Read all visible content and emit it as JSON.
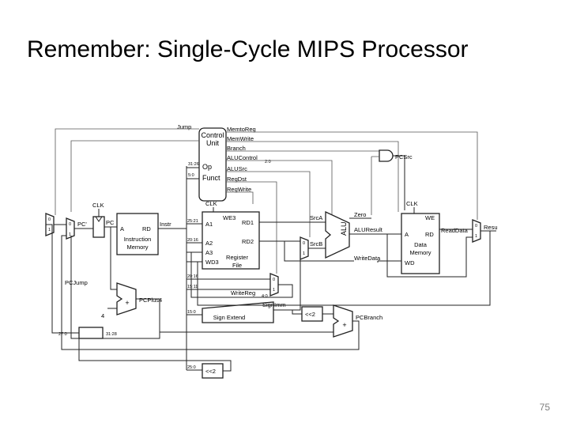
{
  "slide": {
    "title": "Remember: Single-Cycle MIPS Processor",
    "page_number": "75"
  },
  "diagram": {
    "signals": {
      "jump": "Jump",
      "memtoreg": "MemtoReg",
      "memwrite": "MemWrite",
      "branch": "Branch",
      "alucontrol": "ALUControl",
      "alucontrol_width": "2:0",
      "alusrc": "ALUSrc",
      "regdst": "RegDst",
      "regwrite": "RegWrite",
      "pcsrc": "PCSrc",
      "clk": "CLK",
      "pcprime": "PC'",
      "pc": "PC",
      "instr": "Instr",
      "srca": "SrcA",
      "srcb": "SrcB",
      "zero": "Zero",
      "aluresult": "ALUResult",
      "readdata": "ReadData",
      "result": "Result",
      "writedata": "WriteData",
      "writereg": "WriteReg",
      "writereg_width": "4:0",
      "signimm": "SignImm",
      "pcplus4": "PCPlus4",
      "pcbranch": "PCBranch",
      "pcjump": "PCJump",
      "four": "4"
    },
    "control_unit": {
      "line1": "Control",
      "line2": "Unit",
      "op": "Op",
      "funct": "Funct"
    },
    "instruction_memory": {
      "a": "A",
      "rd": "RD",
      "line1": "Instruction",
      "line2": "Memory"
    },
    "register_file": {
      "we3": "WE3",
      "a1": "A1",
      "a2": "A2",
      "a3": "A3",
      "wd3": "WD3",
      "rd1": "RD1",
      "rd2": "RD2",
      "line1": "Register",
      "line2": "File"
    },
    "alu": {
      "label": "ALU"
    },
    "data_memory": {
      "we": "WE",
      "a": "A",
      "rd": "RD",
      "wd": "WD",
      "line1": "Data",
      "line2": "Memory"
    },
    "sign_extend": {
      "label": "Sign Extend"
    },
    "shift_left": "<<2",
    "mux": {
      "zero": "0",
      "one": "1"
    },
    "bits": {
      "op": "31:26",
      "funct": "5:0",
      "rs": "25:21",
      "rt": "20:16",
      "rt2": "20:16",
      "rd": "15:11",
      "imm": "15:0",
      "jaddr": "25:0",
      "pchi": "31:28",
      "pclo": "27:0"
    },
    "adders": {
      "plus": "+"
    }
  }
}
